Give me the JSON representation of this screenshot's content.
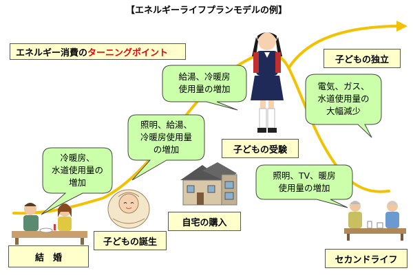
{
  "title": "【エネルギーライフプランモデルの例】",
  "headline": {
    "text": "エネルギー消費の",
    "accent": "ターニングポイント",
    "accent_color": "#e60012"
  },
  "stages": {
    "marriage": "結　婚",
    "birth": "子どもの誕生",
    "home": "自宅の購入",
    "exam": "子どもの受験",
    "independence": "子どもの独立",
    "second_life": "セカンドライフ"
  },
  "bubbles": {
    "marriage": [
      "冷暖房、",
      "水道使用量の",
      "増加"
    ],
    "birth": [
      "照明、給湯、",
      "冷暖房使用量",
      "の増加"
    ],
    "exam": [
      "給湯、冷暖房",
      "使用量の増加"
    ],
    "independence": [
      "電気、ガス、",
      "水道使用量の",
      "大幅減少"
    ],
    "second_life": [
      "照明、TV、暖房",
      "使用量の増加"
    ]
  },
  "colors": {
    "curve": "#f2c200",
    "bubble_fill": "#ccffaa",
    "stage_fill": "#ffffcc"
  },
  "icons": [
    "couple-dining-icon",
    "baby-icon",
    "house-icon",
    "schoolgirl-icon",
    "senior-couple-icon"
  ]
}
